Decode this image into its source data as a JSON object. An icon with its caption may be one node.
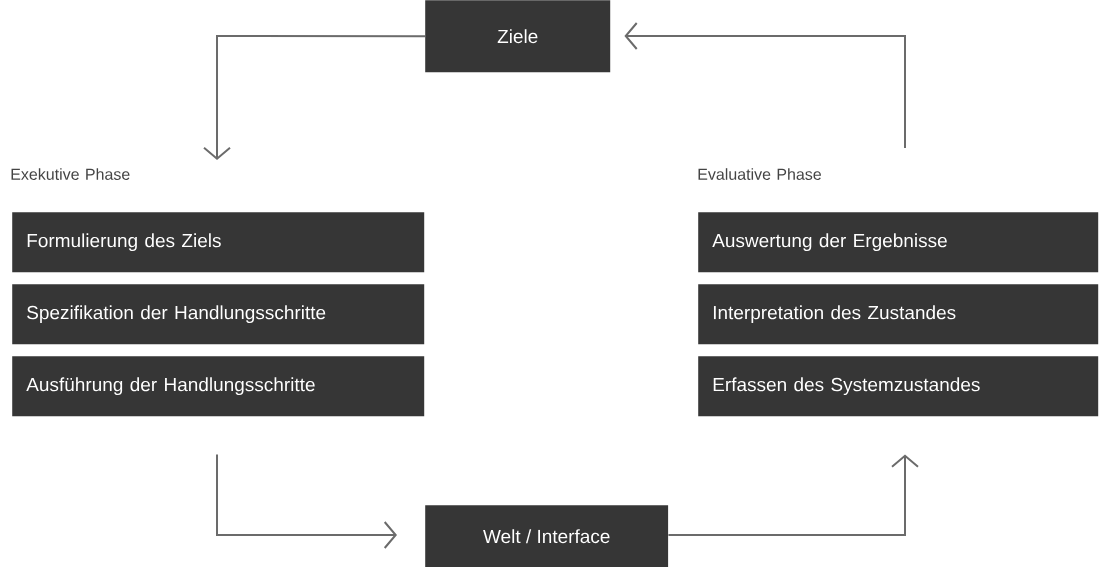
{
  "diagram": {
    "nodes": [
      {
        "text": [
          "Ziele"
        ]
      },
      {
        "text": [
          "Exekutive Phase"
        ]
      },
      {
        "text": [
          "Formulierung des Ziels"
        ]
      },
      {
        "text": [
          "Spezifikation der Handlungsschritte"
        ]
      },
      {
        "text": [
          "Ausführung der Handlungsschritte"
        ]
      },
      {
        "text": [
          "Evaluative Phase"
        ]
      },
      {
        "text": [
          "Auswertung der Ergebnisse"
        ]
      },
      {
        "text": [
          "Interpretation des Zustandes"
        ]
      },
      {
        "text": [
          "Erfassen des Systemzustandes"
        ]
      },
      {
        "text": [
          "Welt / Interface"
        ]
      }
    ],
    "edges": [
      {
        "from": 0,
        "to": 2,
        "arrow": "to"
      },
      {
        "from": 4,
        "to": 9,
        "arrow": "to"
      },
      {
        "from": 9,
        "to": 8,
        "arrow": "to"
      },
      {
        "from": 6,
        "to": 0,
        "arrow": "to"
      }
    ]
  }
}
